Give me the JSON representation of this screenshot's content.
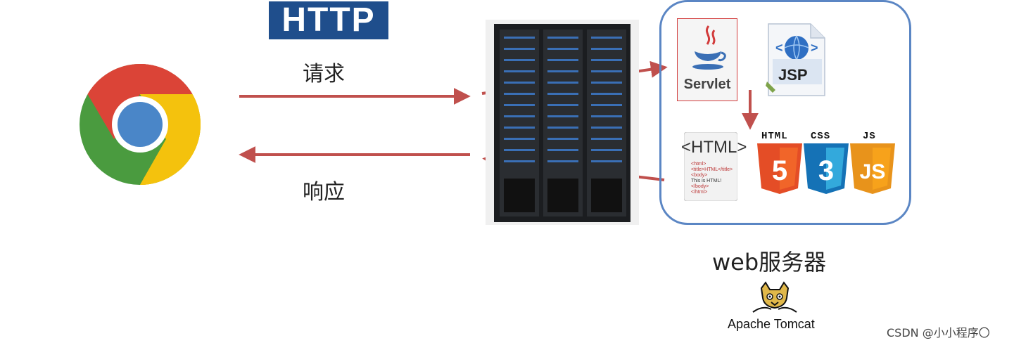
{
  "http_logo": "HTTP",
  "request_label": "请求",
  "response_label": "响应",
  "servlet_label": "Servlet",
  "jsp_label": "JSP",
  "html_doc": {
    "title": "<HTML>",
    "lines": [
      "<html>",
      "<title>HTML</title>",
      "<body>",
      "This is HTML!",
      "</body>",
      "</html>"
    ]
  },
  "badges": {
    "html": "HTML",
    "css": "CSS",
    "js": "JS",
    "html_glyph": "5",
    "css_glyph": "3",
    "js_glyph": "JS"
  },
  "web_server_label": "web服务器",
  "tomcat_label": "Apache Tomcat",
  "watermark": "CSDN @小小程序〇",
  "colors": {
    "arrow": "#c0504d",
    "server_box_border": "#5b86c4",
    "http_logo_bg": "#1f4e8c",
    "html5": "#e44d26",
    "css3": "#1572b6",
    "js": "#f7a21b"
  }
}
